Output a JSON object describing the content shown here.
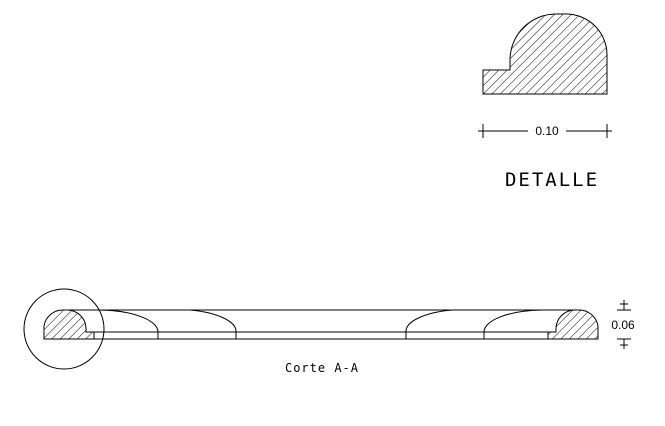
{
  "detail": {
    "dimension_value": "0.10",
    "title": "DETALLE"
  },
  "section": {
    "height_value": "0.06",
    "caption": "Corte A-A"
  }
}
